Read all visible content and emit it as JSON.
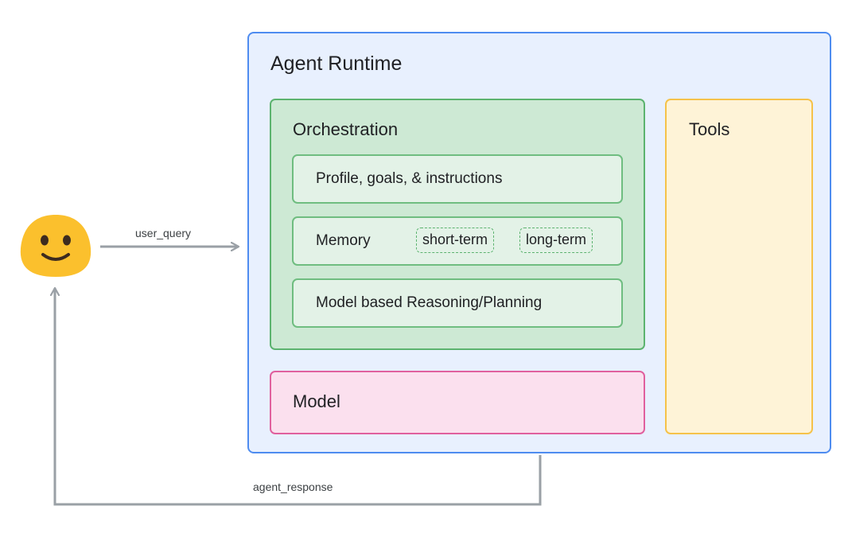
{
  "user": {
    "icon": "smiling-face-icon",
    "face_color": "#fbc02d"
  },
  "edges": {
    "user_query": "user_query",
    "agent_response": "agent_response"
  },
  "runtime": {
    "title": "Agent Runtime",
    "orchestration": {
      "title": "Orchestration",
      "profile": "Profile, goals, & instructions",
      "memory": {
        "label": "Memory",
        "short_term": "short-term",
        "long_term": "long-term"
      },
      "reasoning": "Model based Reasoning/Planning"
    },
    "model": "Model",
    "tools": "Tools"
  },
  "colors": {
    "runtime_bg": "#e8f0fe",
    "runtime_border": "#4e8cf0",
    "orchestration_bg": "#cde9d4",
    "orchestration_border": "#5cb36f",
    "model_bg": "#fbe0ee",
    "model_border": "#e0609e",
    "tools_bg": "#fef3d7",
    "tools_border": "#f5c24a",
    "arrow": "#9aa0a6"
  }
}
